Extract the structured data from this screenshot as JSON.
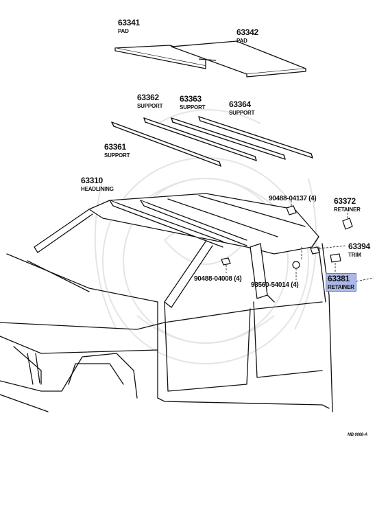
{
  "parts": [
    {
      "id": "p63341",
      "number": "63341",
      "name": "PAD"
    },
    {
      "id": "p63342",
      "number": "63342",
      "name": "PAD"
    },
    {
      "id": "p63362",
      "number": "63362",
      "name": "SUPPORT"
    },
    {
      "id": "p63363",
      "number": "63363",
      "name": "SUPPORT"
    },
    {
      "id": "p63364",
      "number": "63364",
      "name": "SUPPORT"
    },
    {
      "id": "p63361",
      "number": "63361",
      "name": "SUPPORT"
    },
    {
      "id": "p63310",
      "number": "63310",
      "name": "HEADLINING"
    },
    {
      "id": "p90488a",
      "number": "90488-04137 (4)",
      "name": ""
    },
    {
      "id": "p63372",
      "number": "63372",
      "name": "RETAINER"
    },
    {
      "id": "p63394",
      "number": "63394",
      "name": "TRIM"
    },
    {
      "id": "p90488b",
      "number": "90488-04008 (4)",
      "name": ""
    },
    {
      "id": "p93560",
      "number": "93560-54014 (4)",
      "name": ""
    },
    {
      "id": "p63381",
      "number": "63381",
      "name": "RETAINER",
      "highlighted": true
    }
  ],
  "diagram_ref": "MB 0068-A",
  "colors": {
    "ink": "#111111",
    "highlight": "#aab8e8",
    "highlight_border": "#6c7fc9",
    "watermark": "#e4e4e4"
  }
}
